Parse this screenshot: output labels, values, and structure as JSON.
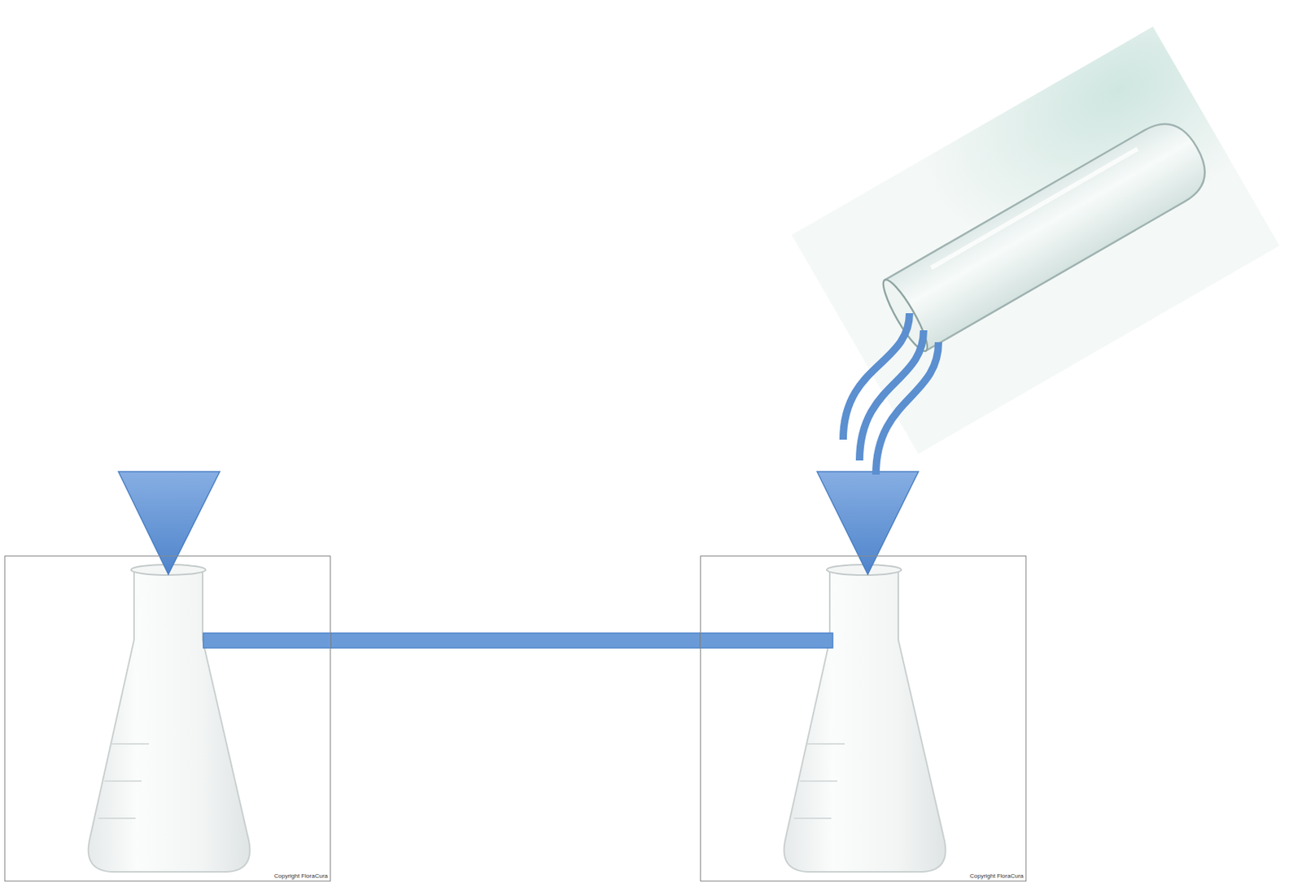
{
  "diagram": {
    "nodes": [
      {
        "text": [
          "Copyright FloraCura"
        ]
      },
      {
        "text": [
          "Copyright FloraCura"
        ]
      }
    ],
    "edges": [
      {
        "from": 0,
        "to": 1,
        "arrow": "none"
      }
    ]
  }
}
